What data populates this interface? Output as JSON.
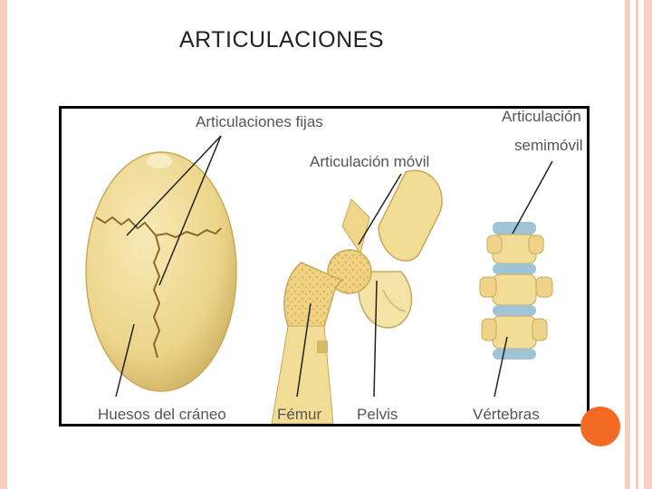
{
  "slide": {
    "title": "ARTICULACIONES"
  },
  "diagram": {
    "labels": {
      "fixed_joints": "Articulaciones fijas",
      "movable_joint": "Articulación móvil",
      "semimovable_line1": "Articulación",
      "semimovable_line2": "semimóvil",
      "skull_bones": "Huesos del cráneo",
      "femur": "Fémur",
      "pelvis": "Pelvis",
      "vertebrae": "Vértebras"
    }
  },
  "colors": {
    "accent_orange": "#f26a24",
    "stripe": "#f6cdbf",
    "bone": "#f1dd95",
    "cartilage": "#9fc4d8"
  }
}
